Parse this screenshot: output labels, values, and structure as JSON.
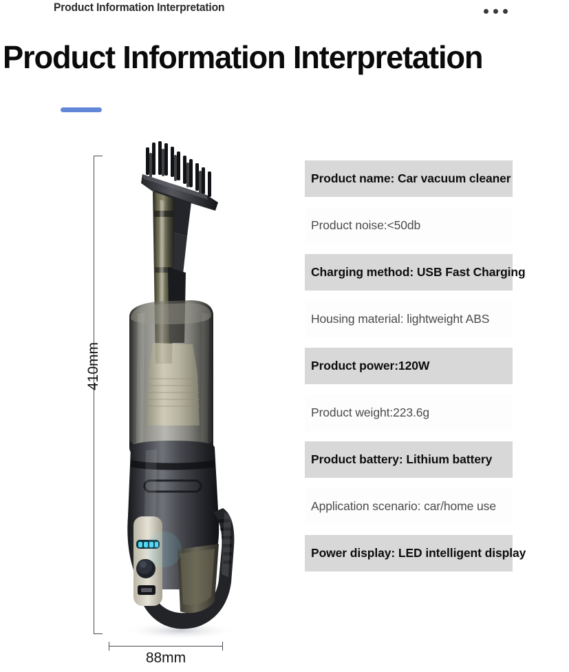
{
  "topbar": {
    "title": "Product Information Interpretation",
    "menu_icon": "more-horizontal-icon",
    "dots": [
      "dot",
      "dot",
      "dot"
    ]
  },
  "page": {
    "title": "Product Information Interpretation",
    "accent_color": "#6287d8"
  },
  "product_image": {
    "alt_name": "car-vacuum-cleaner",
    "dimensions": {
      "height_label": "410mm",
      "width_label": "88mm"
    },
    "led_indicator": {
      "segments": 4,
      "color": "#4fd8f5"
    },
    "colors": {
      "body_dark": "#2a2b2f",
      "body_mid": "#4c4d52",
      "body_highlight": "#8f9096",
      "tube_olive": "#6d6a56",
      "cup_glass": "#6e6d66",
      "filter_cream": "#cfc9b4",
      "bristle_black": "#111215"
    }
  },
  "specs": [
    {
      "text": "Product name: Car vacuum cleaner",
      "style": "shaded"
    },
    {
      "text": "Product noise:<50db",
      "style": "plain"
    },
    {
      "text": "Charging method: USB Fast Charging",
      "style": "shaded"
    },
    {
      "text": "Housing material: lightweight ABS",
      "style": "plain"
    },
    {
      "text": "Product power:120W",
      "style": "shaded"
    },
    {
      "text": "Product weight:223.6g",
      "style": "plain"
    },
    {
      "text": "Product battery:  Lithium battery",
      "style": "shaded"
    },
    {
      "text": "Application scenario: car/home use",
      "style": "plain"
    },
    {
      "text": "Power display: LED intelligent display",
      "style": "shaded"
    }
  ]
}
